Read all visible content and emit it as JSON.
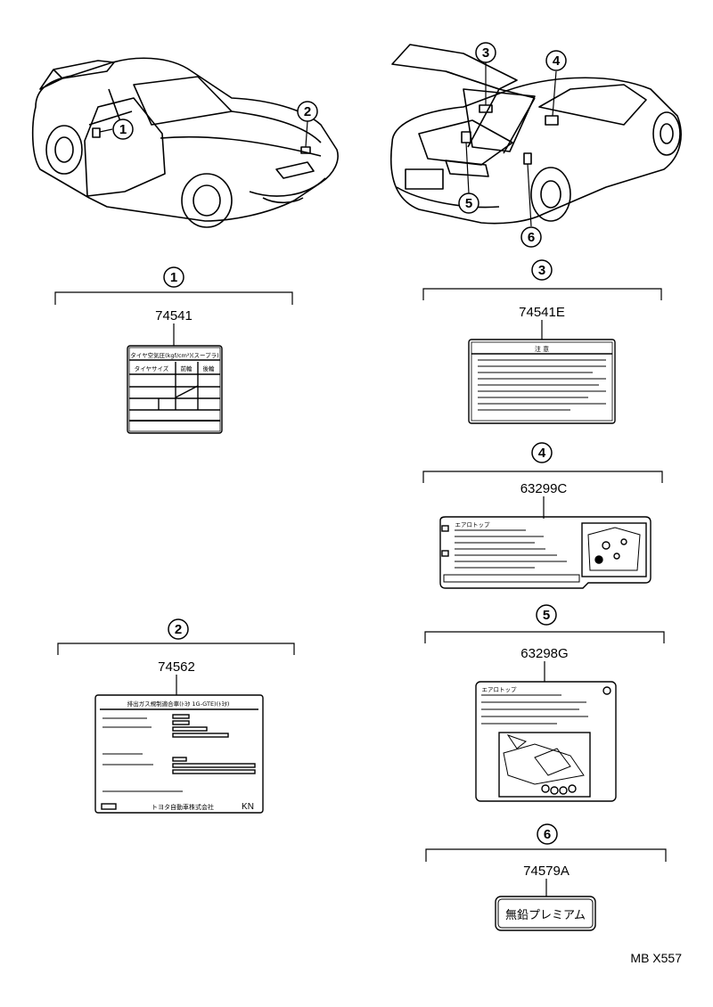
{
  "callouts": [
    {
      "num": "1",
      "part": "74541"
    },
    {
      "num": "2",
      "part": "74562"
    },
    {
      "num": "3",
      "part": "74541E"
    },
    {
      "num": "4",
      "part": "63299C"
    },
    {
      "num": "5",
      "part": "63298G"
    },
    {
      "num": "6",
      "part": "74579A"
    }
  ],
  "labels": {
    "tire_title": "タイヤ空気圧(kgf/cm²)(スープラ)",
    "tire_size": "タイヤサイズ",
    "tire_front": "前輪",
    "tire_rear": "後輪",
    "emission_title": "排出ガス規制適合車(ﾄﾖﾀ 1G-GTE)(ﾄﾖﾀ)",
    "emission_maker": "トヨタ自動車株式会社",
    "emission_kn": "KN",
    "caution_title": "注 意",
    "aerotop_4": "エアロトップ",
    "aerotop_5": "エアロトップ",
    "fuel_label": "無鉛プレミアム"
  },
  "drawing_code": "MB X557",
  "colors": {
    "ink": "#000000",
    "paper": "#ffffff"
  }
}
